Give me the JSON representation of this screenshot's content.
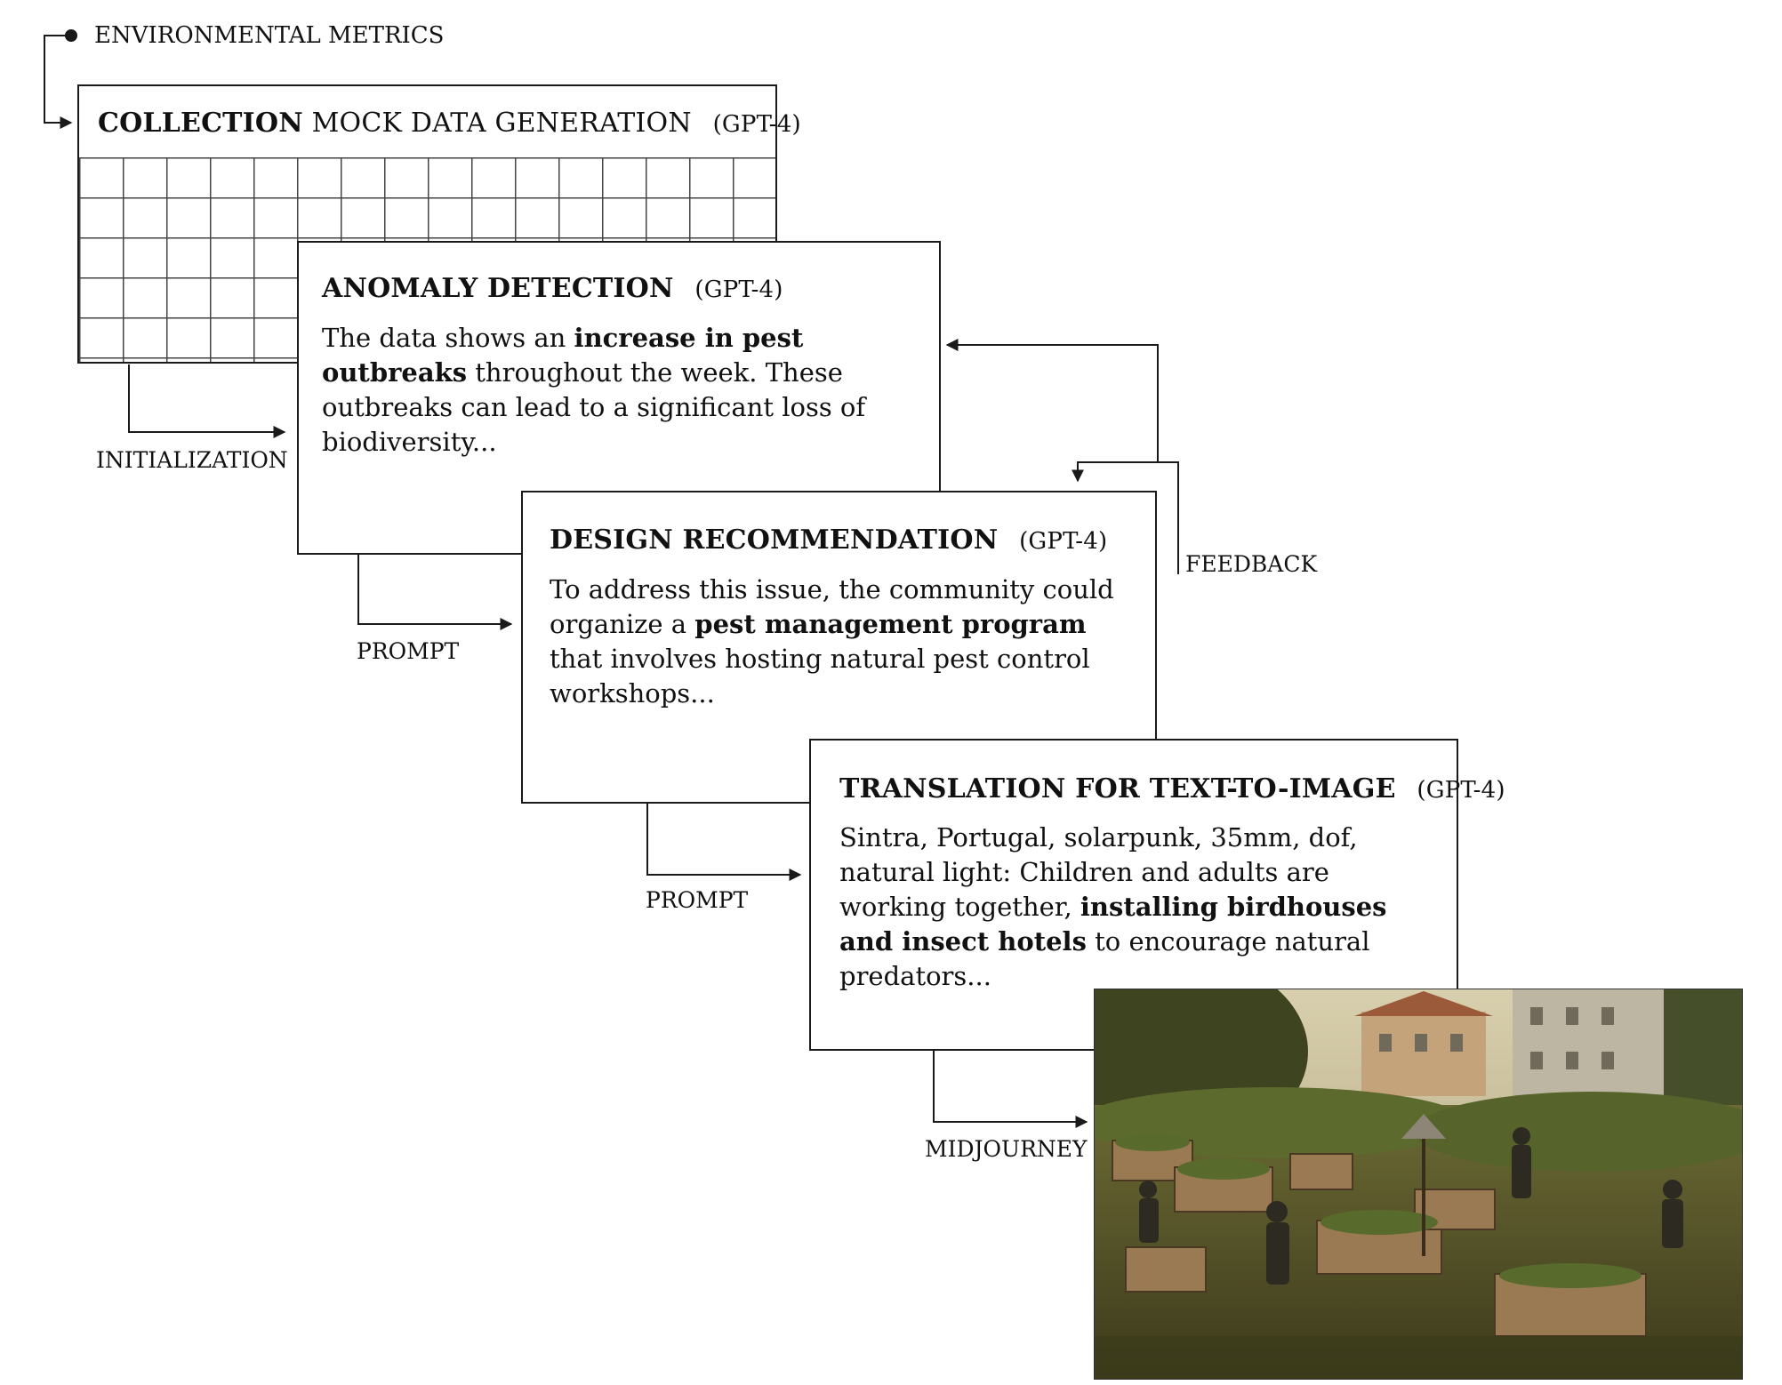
{
  "metrics_label": "ENVIRONMENTAL METRICS",
  "boxes": {
    "collection": {
      "title_bold": "COLLECTION",
      "title_rest": "MOCK DATA GENERATION",
      "model": "(GPT-4)"
    },
    "anomaly": {
      "title": "ANOMALY DETECTION",
      "model": "(GPT-4)",
      "text": {
        "p1": "The data shows an ",
        "b1": "increase in pest outbreaks",
        "p2": " throughout the week. These outbreaks can lead to a significant loss of biodiversity..."
      }
    },
    "design": {
      "title": "DESIGN RECOMMENDATION",
      "model": "(GPT-4)",
      "text": {
        "p1": "To address this issue, the community could organize a ",
        "b1": "pest management program",
        "p2": " that involves hosting natural pest control workshops..."
      }
    },
    "translation": {
      "title": "TRANSLATION FOR TEXT-TO-IMAGE",
      "model": "(GPT-4)",
      "text": {
        "p1": "Sintra, Portugal, solarpunk, 35mm, dof, natural light: Children and adults are working together, ",
        "b1": "installing birdhouses and insect hotels",
        "p2": " to encourage natural predators..."
      }
    }
  },
  "connectors": {
    "initialization": "INITIALIZATION",
    "prompt1": "PROMPT",
    "prompt2": "PROMPT",
    "feedback": "FEEDBACK",
    "midjourney": "MIDJOURNEY"
  },
  "colors": {
    "line": "#1a1a1a",
    "foliage": "#4f5a2a",
    "sky": "#c9c2a6",
    "wood": "#9a7a52"
  }
}
